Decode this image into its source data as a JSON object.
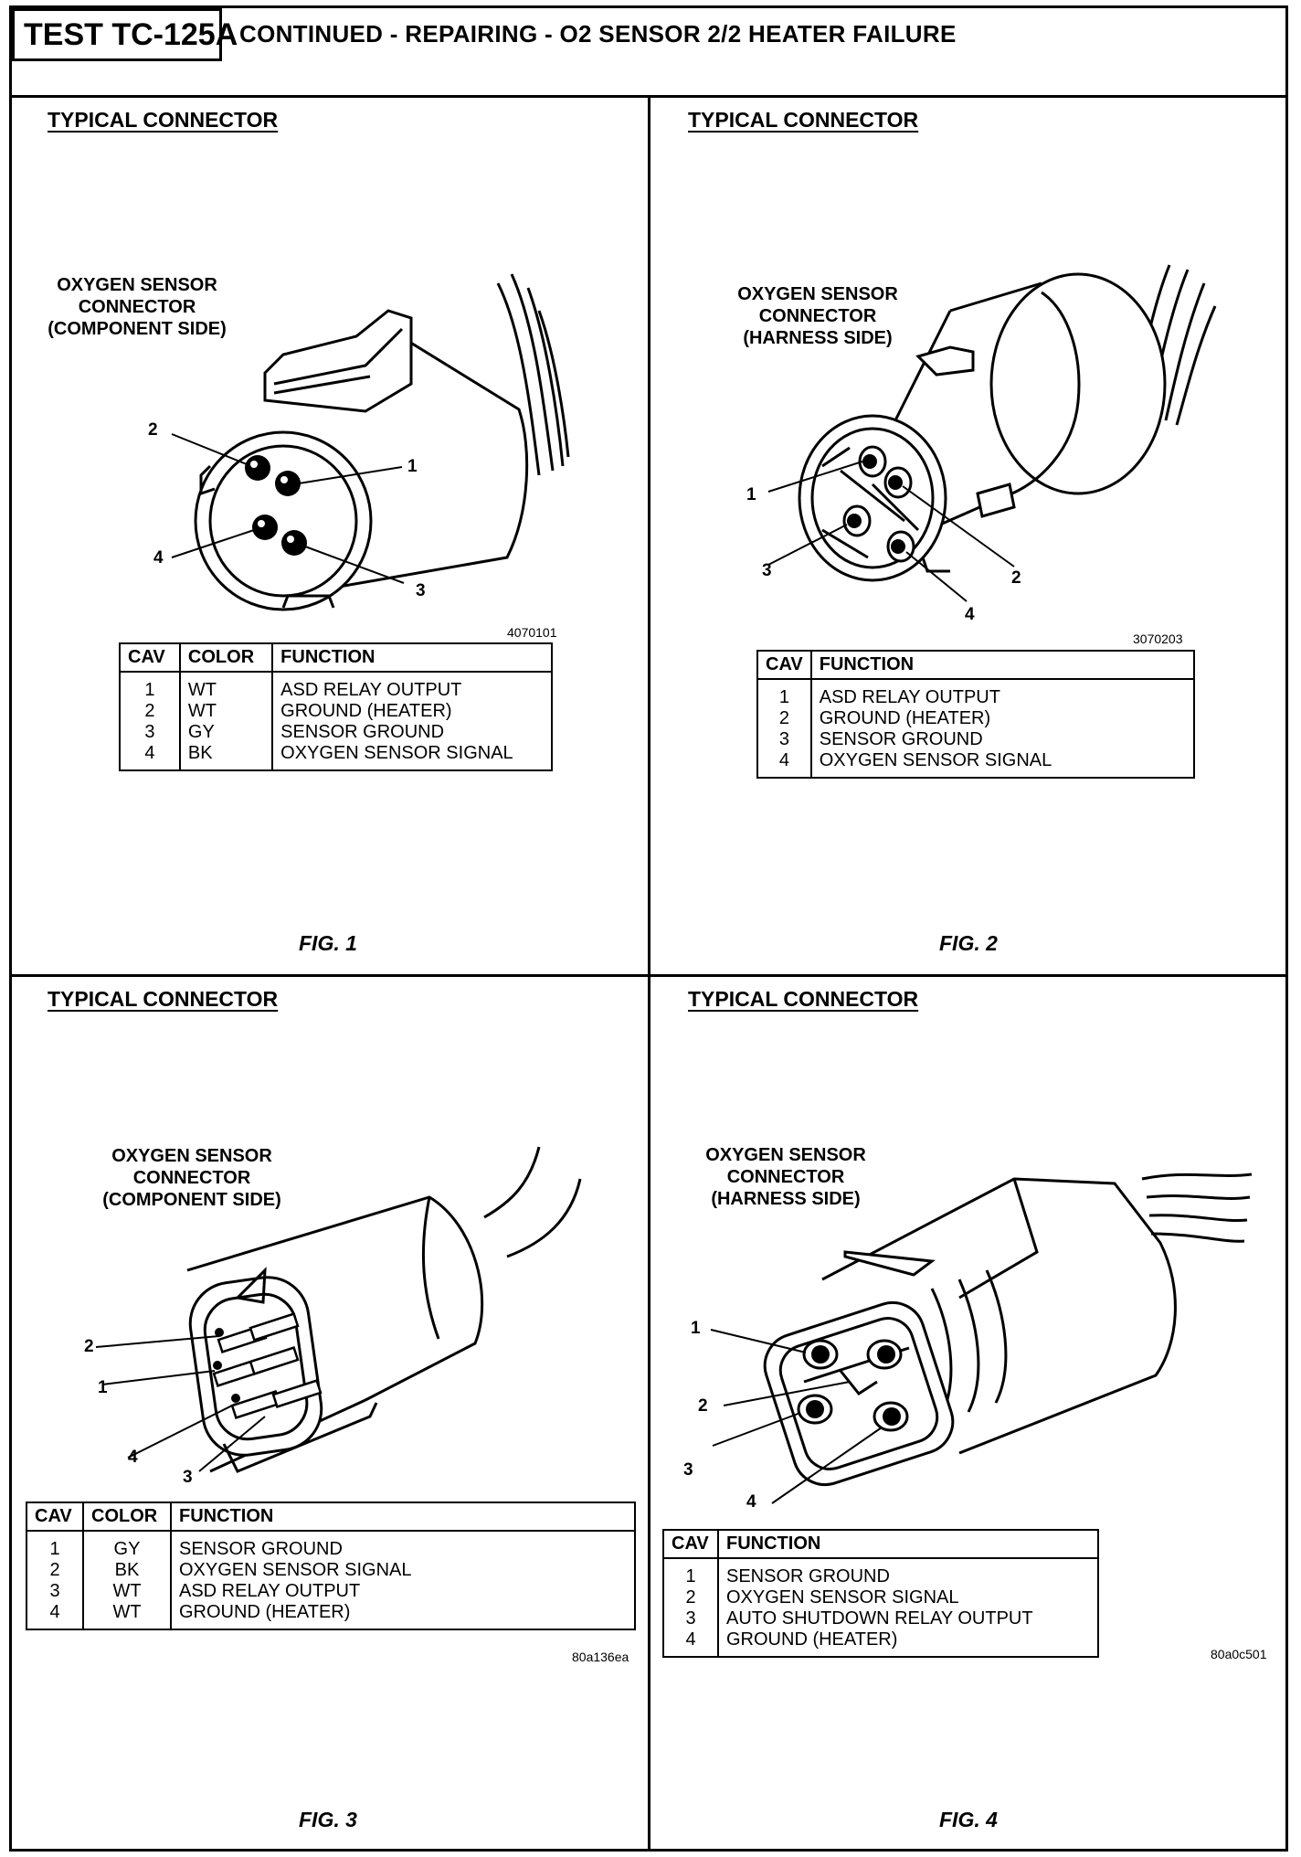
{
  "header": {
    "test_id": "TEST TC-125A",
    "title": "CONTINUED - REPAIRING - O2 SENSOR 2/2 HEATER FAILURE"
  },
  "panels": [
    {
      "title": "TYPICAL CONNECTOR",
      "caption": [
        "OXYGEN SENSOR",
        "CONNECTOR",
        "(COMPONENT SIDE)"
      ],
      "pin_labels": [
        "1",
        "2",
        "3",
        "4"
      ],
      "image_id": "4070101",
      "figure": "FIG. 1",
      "table": {
        "headers": [
          "CAV",
          "COLOR",
          "FUNCTION"
        ],
        "rows": [
          [
            "1",
            "WT",
            "ASD RELAY OUTPUT"
          ],
          [
            "2",
            "WT",
            "GROUND (HEATER)"
          ],
          [
            "3",
            "GY",
            "SENSOR GROUND"
          ],
          [
            "4",
            "BK",
            "OXYGEN SENSOR SIGNAL"
          ]
        ]
      }
    },
    {
      "title": "TYPICAL CONNECTOR",
      "caption": [
        "OXYGEN SENSOR",
        "CONNECTOR",
        "(HARNESS SIDE)"
      ],
      "pin_labels": [
        "1",
        "2",
        "3",
        "4"
      ],
      "image_id": "3070203",
      "figure": "FIG. 2",
      "table": {
        "headers": [
          "CAV",
          "FUNCTION"
        ],
        "rows": [
          [
            "1",
            "ASD RELAY OUTPUT"
          ],
          [
            "2",
            "GROUND (HEATER)"
          ],
          [
            "3",
            "SENSOR GROUND"
          ],
          [
            "4",
            "OXYGEN SENSOR SIGNAL"
          ]
        ]
      }
    },
    {
      "title": "TYPICAL CONNECTOR",
      "caption": [
        "OXYGEN SENSOR",
        "CONNECTOR",
        "(COMPONENT SIDE)"
      ],
      "pin_labels": [
        "2",
        "1",
        "4",
        "3"
      ],
      "image_id": "80a136ea",
      "figure": "FIG. 3",
      "table": {
        "headers": [
          "CAV",
          "COLOR",
          "FUNCTION"
        ],
        "rows": [
          [
            "1",
            "GY",
            "SENSOR GROUND"
          ],
          [
            "2",
            "BK",
            "OXYGEN SENSOR SIGNAL"
          ],
          [
            "3",
            "WT",
            "ASD RELAY OUTPUT"
          ],
          [
            "4",
            "WT",
            "GROUND (HEATER)"
          ]
        ]
      }
    },
    {
      "title": "TYPICAL CONNECTOR",
      "caption": [
        "OXYGEN SENSOR",
        "CONNECTOR",
        "(HARNESS SIDE)"
      ],
      "pin_labels": [
        "1",
        "2",
        "3",
        "4"
      ],
      "image_id": "80a0c501",
      "figure": "FIG. 4",
      "table": {
        "headers": [
          "CAV",
          "FUNCTION"
        ],
        "rows": [
          [
            "1",
            "SENSOR GROUND"
          ],
          [
            "2",
            "OXYGEN SENSOR SIGNAL"
          ],
          [
            "3",
            "AUTO SHUTDOWN RELAY OUTPUT"
          ],
          [
            "4",
            "GROUND (HEATER)"
          ]
        ]
      }
    }
  ]
}
